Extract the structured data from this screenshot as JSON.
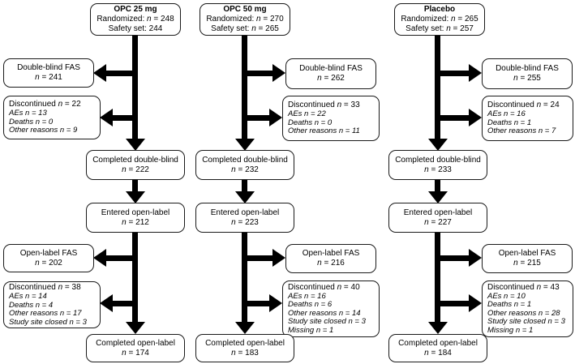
{
  "colors": {
    "line": "#000000",
    "box_border": "#1a1a1a",
    "background": "#ffffff"
  },
  "figure": {
    "columns": [
      {
        "arm_id": "opc-25mg",
        "branch_side": "left",
        "top": {
          "title": "OPC 25 mg",
          "randomized": "Randomized: n = 248",
          "safety": "Safety set: 244"
        },
        "db_fas": {
          "label": "Double-blind FAS",
          "n": "n = 241"
        },
        "db_disc": {
          "title": "Discontinued n = 22",
          "details": [
            "AEs n = 13",
            "Deaths  n = 0",
            "Other reasons n = 9"
          ]
        },
        "completed_db": {
          "label": "Completed double-blind",
          "n": "n = 222"
        },
        "entered_ol": {
          "label": "Entered open-label",
          "n": "n = 212"
        },
        "ol_fas": {
          "label": "Open-label FAS",
          "n": "n =  202"
        },
        "ol_disc": {
          "title": "Discontinued n = 38",
          "details": [
            "AEs n = 14",
            "Deaths  n = 4",
            "Other reasons n = 17",
            "Study site closed n = 3"
          ]
        },
        "completed_ol": {
          "label": "Completed open-label",
          "n": "n = 174"
        }
      },
      {
        "arm_id": "opc-50mg",
        "branch_side": "right",
        "top": {
          "title": "OPC 50 mg",
          "randomized": "Randomized: n = 270",
          "safety": "Safety set: n = 265"
        },
        "db_fas": {
          "label": "Double-blind FAS",
          "n": "n = 262"
        },
        "db_disc": {
          "title": "Discontinued n = 33",
          "details": [
            "AEs n = 22",
            "Deaths  n = 0",
            "Other reasons n = 11"
          ]
        },
        "completed_db": {
          "label": "Completed double-blind",
          "n": "n = 232"
        },
        "entered_ol": {
          "label": "Entered open-label",
          "n": "n = 223"
        },
        "ol_fas": {
          "label": "Open-label FAS",
          "n": "n = 216"
        },
        "ol_disc": {
          "title": "Discontinued n = 40",
          "details": [
            "AEs n = 16",
            "Deaths  n = 6",
            "Other reasons n = 14",
            "Study site closed n = 3",
            "Missing n = 1"
          ]
        },
        "completed_ol": {
          "label": "Completed open-label",
          "n": "n = 183"
        }
      },
      {
        "arm_id": "placebo",
        "branch_side": "right",
        "top": {
          "title": "Placebo",
          "randomized": "Randomized: n = 265",
          "safety": "Safety set: n = 257"
        },
        "db_fas": {
          "label": "Double-blind FAS",
          "n": "n = 255"
        },
        "db_disc": {
          "title": "Discontinued n = 24",
          "details": [
            "AEs n = 16",
            "Deaths  n = 1",
            "Other reasons n = 7"
          ]
        },
        "completed_db": {
          "label": "Completed double-blind",
          "n": "n = 233"
        },
        "entered_ol": {
          "label": "Entered open-label",
          "n": "n = 227"
        },
        "ol_fas": {
          "label": "Open-label FAS",
          "n": "n = 215"
        },
        "ol_disc": {
          "title": "Discontinued n = 43",
          "details": [
            "AEs n = 10",
            "Deaths  n = 1",
            "Other reasons n = 28",
            "Study site closed n = 3",
            "Missing n = 1"
          ]
        },
        "completed_ol": {
          "label": "Completed open-label",
          "n": "n = 184"
        }
      }
    ]
  }
}
